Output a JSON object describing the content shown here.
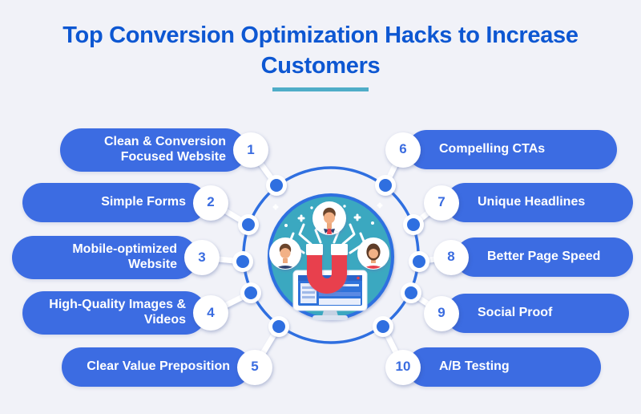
{
  "title": "Top Conversion Optimization Hacks to Increase Customers",
  "items": [
    {
      "number": "1",
      "label": "Clean & Conversion Focused Website"
    },
    {
      "number": "2",
      "label": "Simple Forms"
    },
    {
      "number": "3",
      "label": "Mobile-optimized Website"
    },
    {
      "number": "4",
      "label": "High-Quality Images & Videos"
    },
    {
      "number": "5",
      "label": "Clear Value Preposition"
    },
    {
      "number": "6",
      "label": "Compelling CTAs"
    },
    {
      "number": "7",
      "label": "Unique Headlines"
    },
    {
      "number": "8",
      "label": "Better Page Speed"
    },
    {
      "number": "9",
      "label": "Social Proof"
    },
    {
      "number": "10",
      "label": "A/B Testing"
    }
  ],
  "center_illustration": {
    "description": "Red horseshoe magnet rising from a laptop screen attracting three customer avatars inside a teal circle surrounded by a dotted connector ring",
    "icons": [
      "magnet-icon",
      "laptop-icon",
      "customer-avatar-top",
      "customer-avatar-left",
      "customer-avatar-right",
      "ring-dots",
      "spark-lines"
    ]
  },
  "colors": {
    "background": "#f1f2f8",
    "title-blue": "#0d57d2",
    "underline-teal": "#4fadc8",
    "pill-blue": "#3c6ce2",
    "ring-blue": "#2f6fe0",
    "teal-circle": "#3aa8c0",
    "magnet-red": "#e8404e",
    "number-blue": "#3a6ce0"
  }
}
